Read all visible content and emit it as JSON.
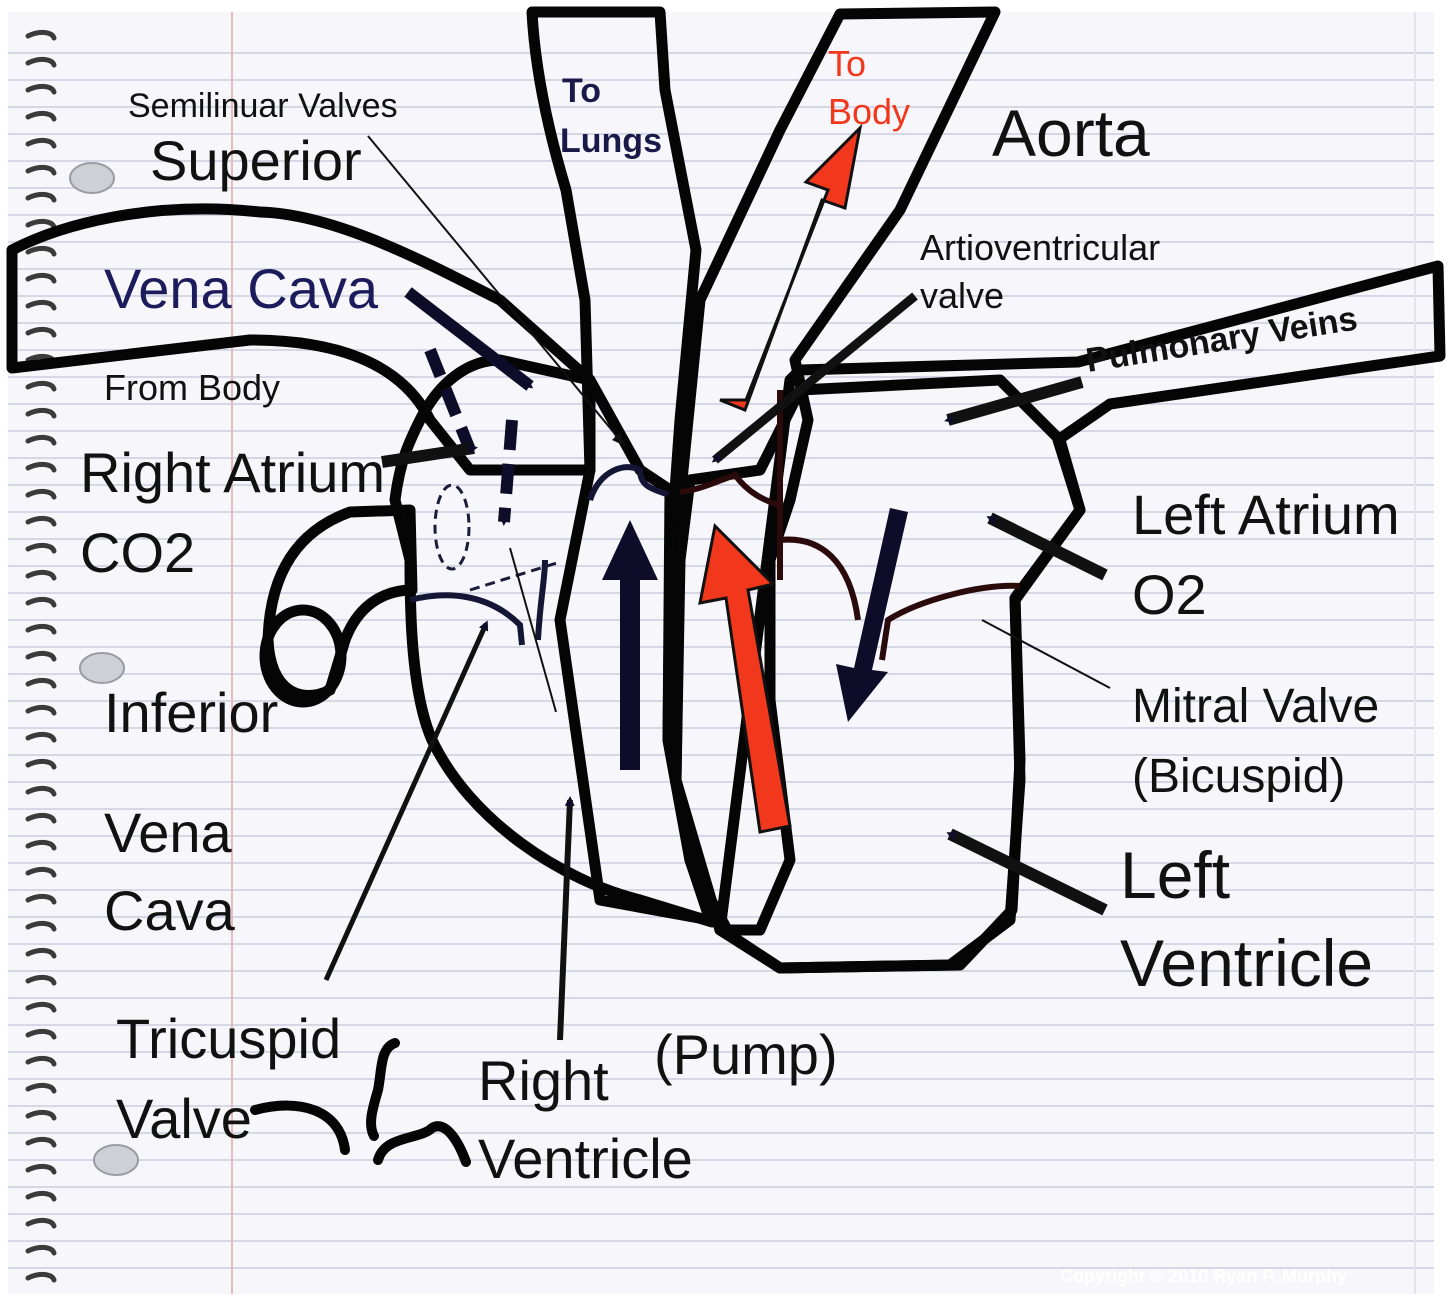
{
  "labels": {
    "semilunar_valves": "Semilinuar Valves",
    "superior": "Superior",
    "vena_cava_top": "Vena Cava",
    "from_body": "From Body",
    "right_atrium": "Right Atrium",
    "co2": "CO2",
    "inferior": "Inferior",
    "vena": "Vena",
    "cava": "Cava",
    "tricuspid": "Tricuspid",
    "valve": "Valve",
    "right": "Right",
    "ventricle_right": "Ventricle",
    "pump": "(Pump)",
    "to_lungs_1": "To",
    "to_lungs_2": "Lungs",
    "to_body_1": "To",
    "to_body_2": "Body",
    "aorta": "Aorta",
    "artioventricular_1": "Artioventricular",
    "artioventricular_2": "valve",
    "pulmonary_veins": "Pulmonary Veins",
    "left_atrium": "Left Atrium",
    "o2": "O2",
    "mitral_valve": "Mitral Valve",
    "bicuspid": "(Bicuspid)",
    "left": "Left",
    "ventricle_left": "Ventricle",
    "copyright": "Copyright © 2010 Ryan P. Murphy"
  },
  "colors": {
    "paper": "#f7f7fb",
    "rule_line": "#c9cde0",
    "margin_line": "#e9b9bd",
    "right_side_blue": "#aeaef0",
    "left_side_pink": "#f4cccc",
    "oxygen_arrow_red": "#f2381c",
    "text_red": "#f2381c",
    "dark_arrow": "#0d0d2a",
    "outline": "#050505"
  }
}
